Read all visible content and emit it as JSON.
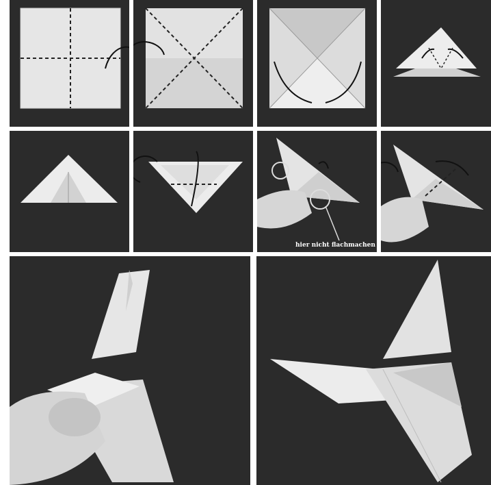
{
  "image": {
    "subject": "origami butterfly folding steps",
    "palette": {
      "background": "#2b2b2b",
      "paper": "#e8e8e8",
      "paper_shadow": "#bdbdbd",
      "fold_line": "#222222",
      "divider": "#ffffff",
      "skin": "#d6d6d6"
    }
  },
  "steps": [
    {
      "id": 1,
      "icon": "flip-arrow-icon"
    },
    {
      "id": 2,
      "icon": "flip-arrow-icon"
    },
    {
      "id": 3,
      "icon": "fold-arrows-icon"
    },
    {
      "id": 4,
      "icon": "fold-arrows-icon"
    },
    {
      "id": 5,
      "icon": ""
    },
    {
      "id": 6,
      "icon": "flip-arrow-icon"
    },
    {
      "id": 7,
      "icon": "rotate-arrow-icon"
    },
    {
      "id": 8,
      "icon": "flip-arrow-icon"
    }
  ],
  "annotations": {
    "step7_caption": "hier nicht flachmachen"
  }
}
